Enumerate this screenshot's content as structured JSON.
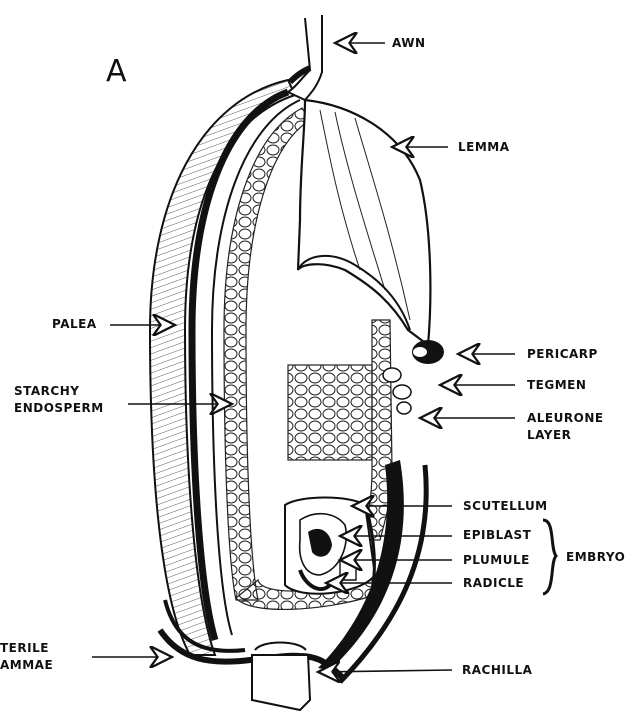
{
  "panel_letter": "A",
  "labels": {
    "awn": "AWN",
    "lemma": "LEMMA",
    "palea": "PALEA",
    "starchy_endosperm": "STARCHY\nENDOSPERM",
    "pericarp": "PERICARP",
    "tegmen": "TEGMEN",
    "aleurone_layer": "ALEURONE\nLAYER",
    "scutellum": "SCUTELLUM",
    "epiblast": "EPIBLAST",
    "plumule": "PLUMULE",
    "radicle": "RADICLE",
    "embryo": "EMBRYO",
    "sterile_lammae": "TERILE\nAMMAE",
    "rachilla": "RACHILLA"
  },
  "colors": {
    "ink": "#111111",
    "paper": "#ffffff"
  }
}
